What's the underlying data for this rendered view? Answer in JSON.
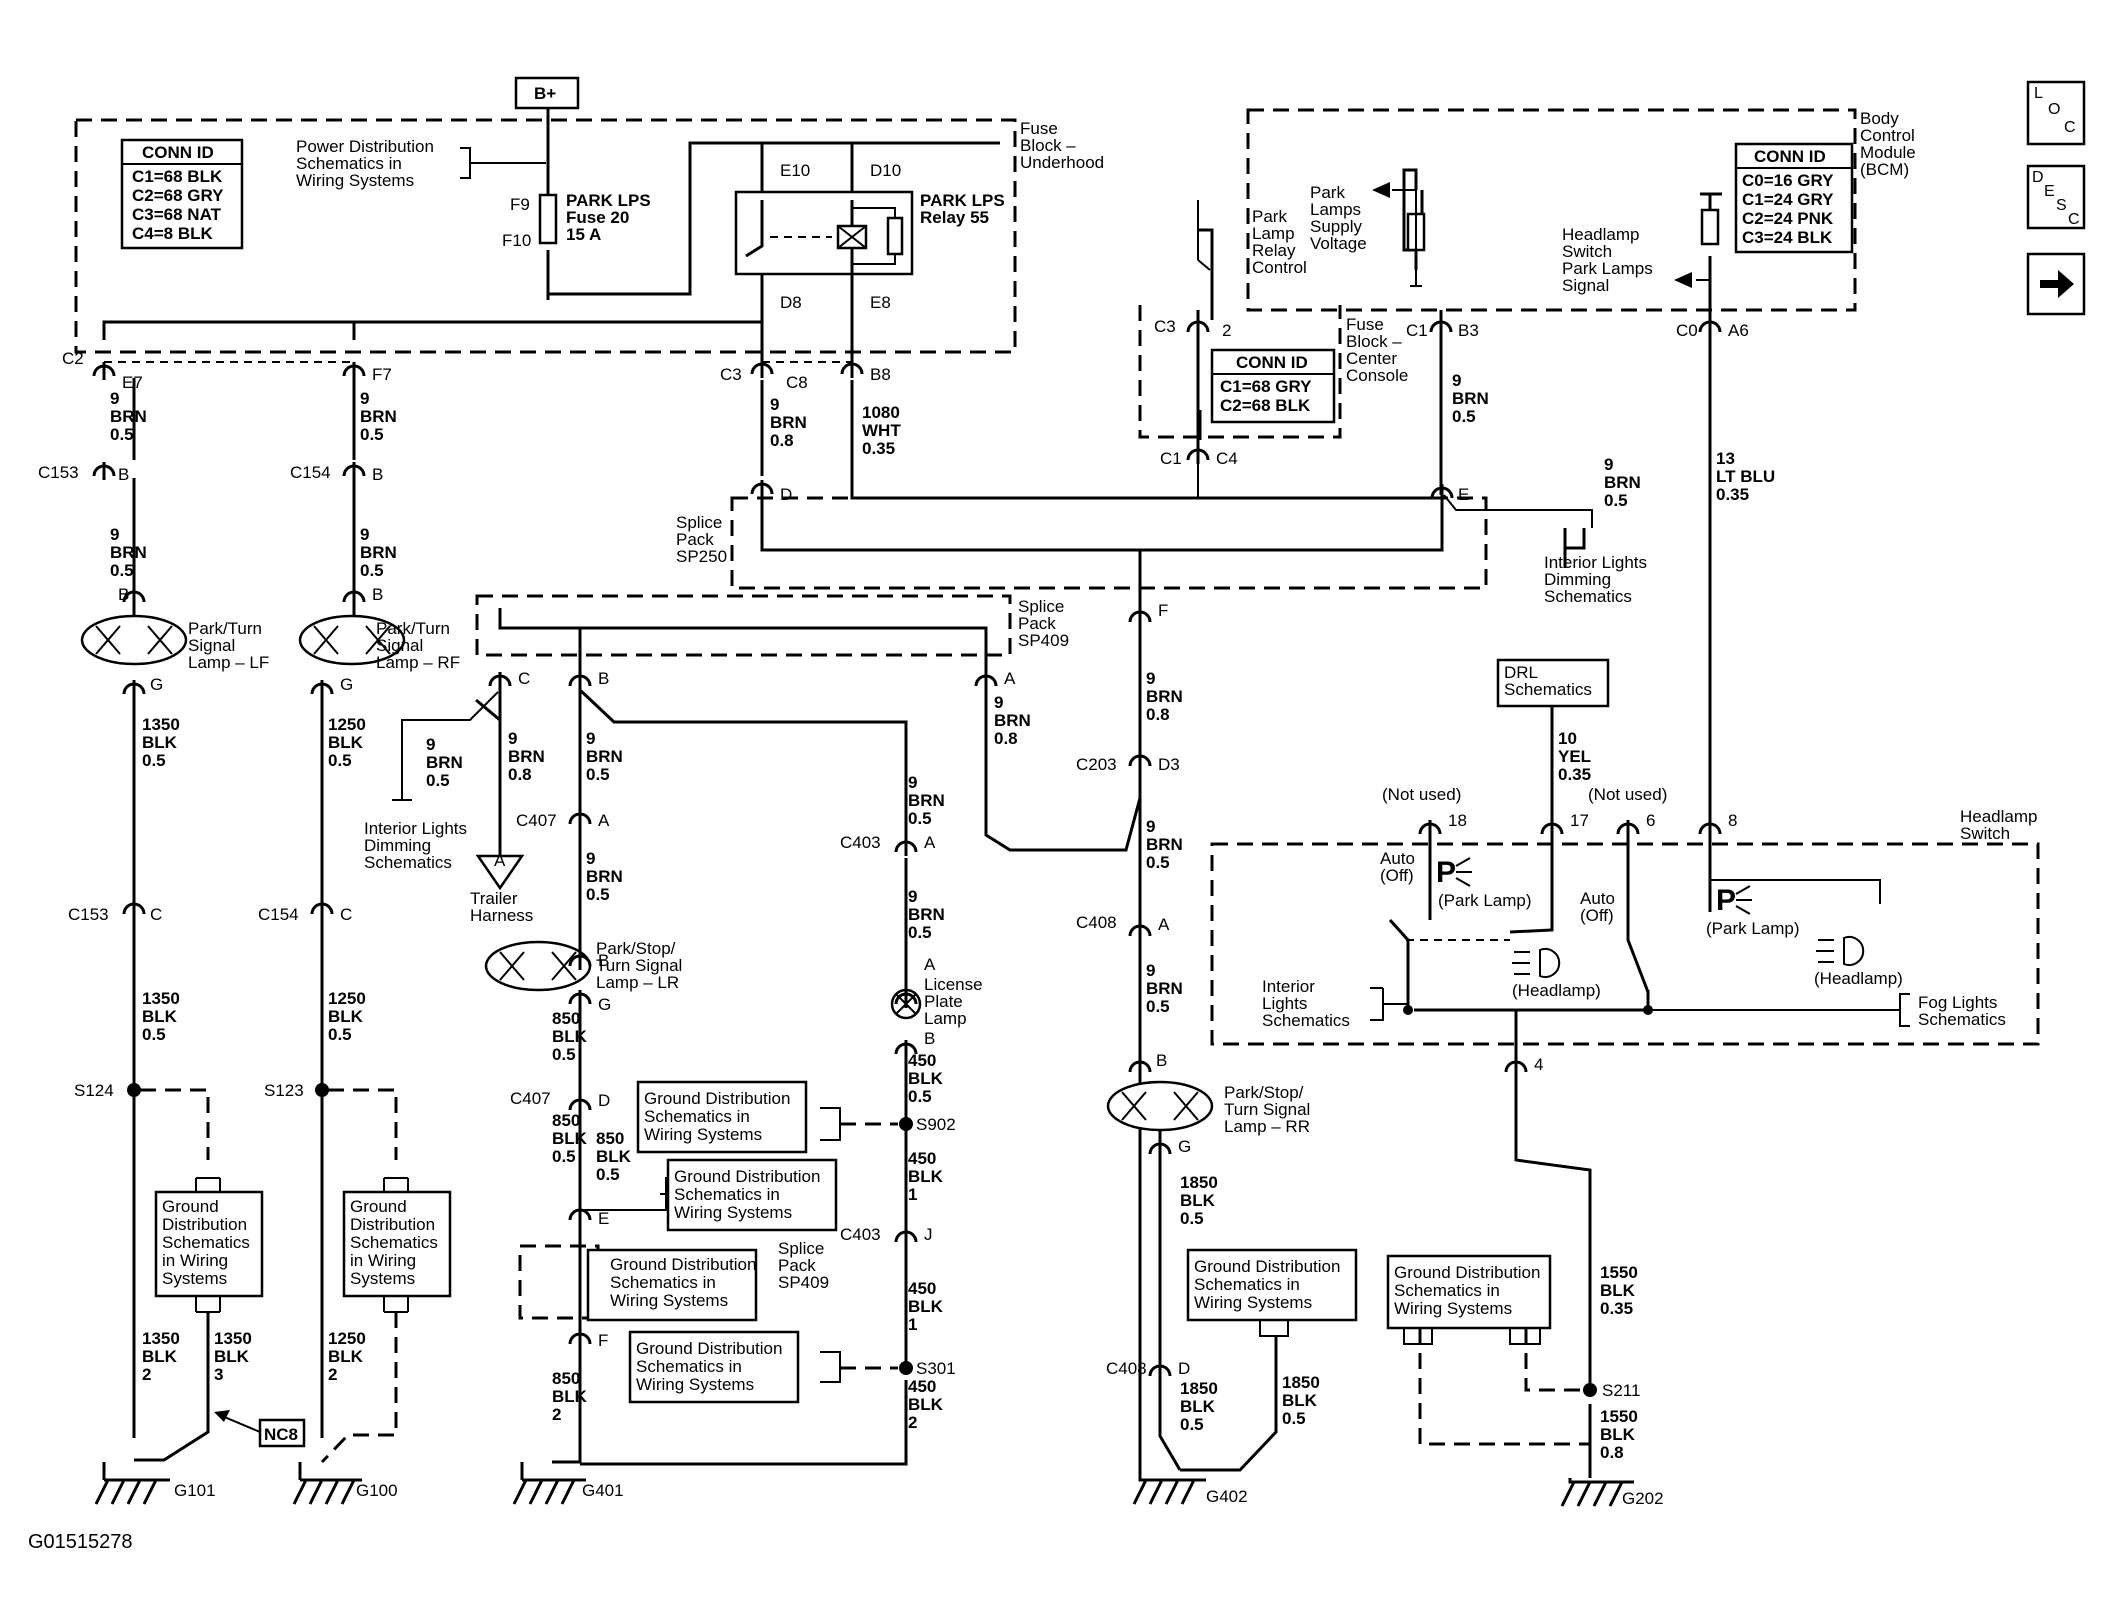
{
  "figure_id": "G01515278",
  "nav": {
    "loc_label": "LOC",
    "desc_label": "DESC",
    "next_icon": "arrow-right-icon"
  },
  "top": {
    "battery": "B+",
    "power_dist_ref": [
      "Power Distribution",
      "Schematics in",
      "Wiring  Systems"
    ],
    "fuse_block_underhood": [
      "Fuse",
      "Block –",
      "Underhood"
    ],
    "fuse_label": [
      "PARK LPS",
      "Fuse 20",
      "15 A"
    ],
    "fuse_pins": [
      "F9",
      "F10"
    ],
    "relay_label": [
      "PARK LPS",
      "Relay 55"
    ],
    "relay_pins": [
      "E10",
      "D10",
      "D8",
      "E8"
    ]
  },
  "conn_underhood": {
    "title": "CONN ID",
    "lines": [
      "C1=68 BLK",
      "C2=68 GRY",
      "C3=68 NAT",
      "C4=8 BLK"
    ]
  },
  "bcm": {
    "label": [
      "Body",
      "Control",
      "Module",
      "(BCM)"
    ],
    "conn_title": "CONN ID",
    "conn_lines": [
      "C0=16 GRY",
      "C1=24 GRY",
      "C2=24 PNK",
      "C3=24 BLK"
    ],
    "park_lamps_supply": [
      "Park",
      "Lamps",
      "Supply",
      "Voltage"
    ],
    "headlamp_switch_signal": [
      "Headlamp",
      "Switch",
      "Park Lamps",
      "Signal"
    ],
    "park_lamp_relay_ctrl": [
      "Park",
      "Lamp",
      "Relay",
      "Control"
    ]
  },
  "center_console": {
    "label": [
      "Fuse",
      "Block –",
      "Center",
      "Console"
    ],
    "conn_title": "CONN ID",
    "conn_lines": [
      "C1=68 GRY",
      "C2=68 BLK"
    ]
  },
  "connectors": {
    "c2": "C2",
    "e7": "E7",
    "f7": "F7",
    "c3": "C3",
    "c8": "C8",
    "b8": "B8",
    "c3b": "C3",
    "pin2": "2",
    "c1a": "C1",
    "b3": "B3",
    "c0": "C0",
    "a6": "A6",
    "c1b": "C1",
    "c4": "C4",
    "c153": "C153",
    "c154": "C154",
    "b": "B",
    "c": "C",
    "d": "D",
    "e": "E",
    "f": "F",
    "a": "A",
    "g": "G",
    "c203": "C203",
    "d3": "D3",
    "c408": "C408",
    "c407": "C407",
    "c403": "C403",
    "j": "J",
    "p18": "18",
    "p17": "17",
    "p6": "6",
    "p8": "8",
    "p4": "4"
  },
  "wires": {
    "w_lf1": [
      "9",
      "BRN",
      "0.5"
    ],
    "w_rf1": [
      "9",
      "BRN",
      "0.5"
    ],
    "w_c3": [
      "9",
      "BRN",
      "0.8"
    ],
    "w_b8": [
      "1080",
      "WHT",
      "0.35"
    ],
    "w_b3": [
      "9",
      "BRN",
      "0.5"
    ],
    "w_e": [
      "9",
      "BRN",
      "0.5"
    ],
    "w_a6": [
      "13",
      "LT BLU",
      "0.35"
    ],
    "w_lf2": [
      "9",
      "BRN",
      "0.5"
    ],
    "w_rf2": [
      "9",
      "BRN",
      "0.5"
    ],
    "w_lfg": [
      "1350",
      "BLK",
      "0.5"
    ],
    "w_rfg": [
      "1250",
      "BLK",
      "0.5"
    ],
    "w_lfg2": [
      "1350",
      "BLK",
      "0.5"
    ],
    "w_rfg2": [
      "1250",
      "BLK",
      "0.5"
    ],
    "w_lfg3": [
      "1350",
      "BLK",
      "2"
    ],
    "w_lfg4": [
      "1350",
      "BLK",
      "3"
    ],
    "w_rfg3": [
      "1250",
      "BLK",
      "2"
    ],
    "w_f": [
      "9",
      "BRN",
      "0.8"
    ],
    "w_sa": [
      "9",
      "BRN",
      "0.8"
    ],
    "w_sc1": [
      "9",
      "BRN",
      "0.5"
    ],
    "w_sc2": [
      "9",
      "BRN",
      "0.8"
    ],
    "w_sb": [
      "9",
      "BRN",
      "0.5"
    ],
    "w_c403": [
      "9",
      "BRN",
      "0.5"
    ],
    "w_c407": [
      "9",
      "BRN",
      "0.5"
    ],
    "w_c403b": [
      "9",
      "BRN",
      "0.5"
    ],
    "w_d3": [
      "9",
      "BRN",
      "0.5"
    ],
    "w_c408": [
      "9",
      "BRN",
      "0.5"
    ],
    "w_lrg": [
      "850",
      "BLK",
      "0.5"
    ],
    "w_lrd": [
      "850",
      "BLK",
      "0.5"
    ],
    "w_lrd2": [
      "850",
      "BLK",
      "0.5"
    ],
    "w_lic": [
      "450",
      "BLK",
      "0.5"
    ],
    "w_s902": [
      "450",
      "BLK",
      "1"
    ],
    "w_j": [
      "450",
      "BLK",
      "1"
    ],
    "w_f2": [
      "850",
      "BLK",
      "2"
    ],
    "w_s301": [
      "450",
      "BLK",
      "2"
    ],
    "w_rrg": [
      "1850",
      "BLK",
      "0.5"
    ],
    "w_rrd": [
      "1850",
      "BLK",
      "0.5"
    ],
    "w_rrd2": [
      "1850",
      "BLK",
      "0.5"
    ],
    "w_drl": [
      "10",
      "YEL",
      "0.35"
    ],
    "w_p4": [
      "1550",
      "BLK",
      "0.35"
    ],
    "w_s211": [
      "1550",
      "BLK",
      "0.8"
    ]
  },
  "splices": {
    "sp250": [
      "Splice",
      "Pack",
      "SP250"
    ],
    "sp409": [
      "Splice",
      "Pack",
      "SP409"
    ],
    "sp409b": [
      "Splice",
      "Pack",
      "SP409"
    ]
  },
  "splice_points": {
    "s124": "S124",
    "s123": "S123",
    "s902": "S902",
    "s301": "S301",
    "s211": "S211"
  },
  "lamps": {
    "lf": [
      "Park/Turn",
      "Signal",
      "Lamp – LF"
    ],
    "rf": [
      "Park/Turn",
      "Signal",
      "Lamp – RF"
    ],
    "lr": [
      "Park/Stop/",
      "Turn Signal",
      "Lamp – LR"
    ],
    "lic": [
      "License",
      "Plate",
      "Lamp"
    ],
    "rr": [
      "Park/Stop/",
      "Turn Signal",
      "Lamp – RR"
    ]
  },
  "refs": {
    "interior_dim1": [
      "Interior Lights",
      "Dimming",
      "Schematics"
    ],
    "interior_dim2": [
      "Interior Lights",
      "Dimming",
      "Schematics"
    ],
    "trailer": [
      "Trailer",
      "Harness"
    ],
    "trailer_tag": "A",
    "drl": [
      "DRL",
      "Schematics"
    ],
    "gd_lf": [
      "Ground",
      "Distribution",
      "Schematics",
      "in Wiring",
      "Systems"
    ],
    "gd_rf": [
      "Ground",
      "Distribution",
      "Schematics",
      "in Wiring",
      "Systems"
    ],
    "gd_902": [
      "Ground Distribution",
      "Schematics in",
      "Wiring Systems"
    ],
    "gd_e": [
      "Ground Distribution",
      "Schematics in",
      "Wiring Systems"
    ],
    "gd_sp": [
      "Ground Distribution",
      "Schematics in",
      "Wiring Systems"
    ],
    "gd_301": [
      "Ground Distribution",
      "Schematics in",
      "Wiring Systems"
    ],
    "gd_rr": [
      "Ground Distribution",
      "Schematics in",
      "Wiring Systems"
    ],
    "gd_211": [
      "Ground Distribution",
      "Schematics in",
      "Wiring Systems"
    ],
    "interior_sch": [
      "Interior",
      "Lights",
      "Schematics"
    ],
    "fog_sch": [
      "Fog Lights",
      "Schematics"
    ],
    "nc8": "NC8"
  },
  "headlamp_switch": {
    "label": [
      "Headlamp",
      "Switch"
    ],
    "not_used1": "(Not used)",
    "not_used2": "(Not used)",
    "auto_off1": [
      "Auto",
      "(Off)"
    ],
    "auto_off2": [
      "Auto",
      "(Off)"
    ],
    "park_lamp1": "(Park Lamp)",
    "park_lamp2": "(Park Lamp)",
    "headlamp1": "(Headlamp)",
    "headlamp2": "(Headlamp)",
    "p_symbol": "P"
  },
  "grounds": {
    "g101": "G101",
    "g100": "G100",
    "g401": "G401",
    "g402": "G402",
    "g202": "G202"
  }
}
